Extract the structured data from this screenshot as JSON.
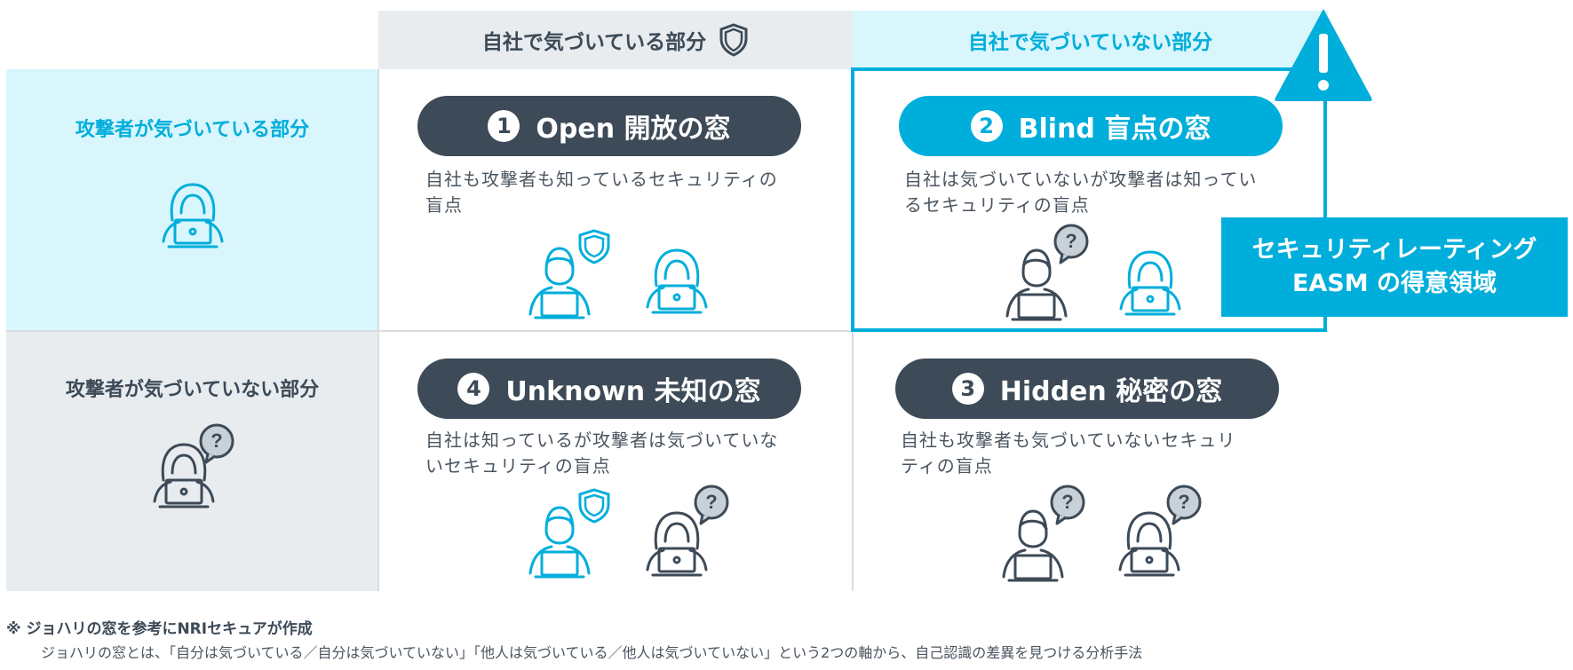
{
  "columns": {
    "aware": "自社で気づいている部分",
    "unaware": "自社で気づいていない部分"
  },
  "rows": {
    "aware": "攻撃者が気づいている部分",
    "unaware": "攻撃者が気づいていない部分"
  },
  "quadrants": {
    "open": {
      "num": "1",
      "title": "Open 開放の窓",
      "desc": [
        "自社も攻撃者も知っているセキュリティの",
        "盲点"
      ]
    },
    "blind": {
      "num": "2",
      "title": "Blind 盲点の窓",
      "desc": [
        "自社は気づいていないが攻撃者は知ってい",
        "るセキュリティの盲点"
      ]
    },
    "unknown": {
      "num": "4",
      "title": "Unknown 未知の窓",
      "desc": [
        "自社は知っているが攻撃者は気づいていな",
        "いセキュリティの盲点"
      ]
    },
    "hidden": {
      "num": "3",
      "title": "Hidden 秘密の窓",
      "desc": [
        "自社も攻撃者も気づいていないセキュリ",
        "ティの盲点"
      ]
    }
  },
  "callout": {
    "line1": "セキュリティレーティング",
    "line2": "EASM の得意領域"
  },
  "footnote": {
    "line1": "※ ジョハリの窓を参考にNRIセキュアが作成",
    "line2": "ジョハリの窓とは、「自分は気づいている／自分は気づいていない」「他人は気づいている／他人は気づいていない」という2つの軸から、自己認識の差異を見つける分析手法"
  },
  "colors": {
    "accent": "#00aedb",
    "dark": "#3d4a57",
    "lightBlue": "#d9f6fd",
    "grey": "#e8ecef"
  }
}
